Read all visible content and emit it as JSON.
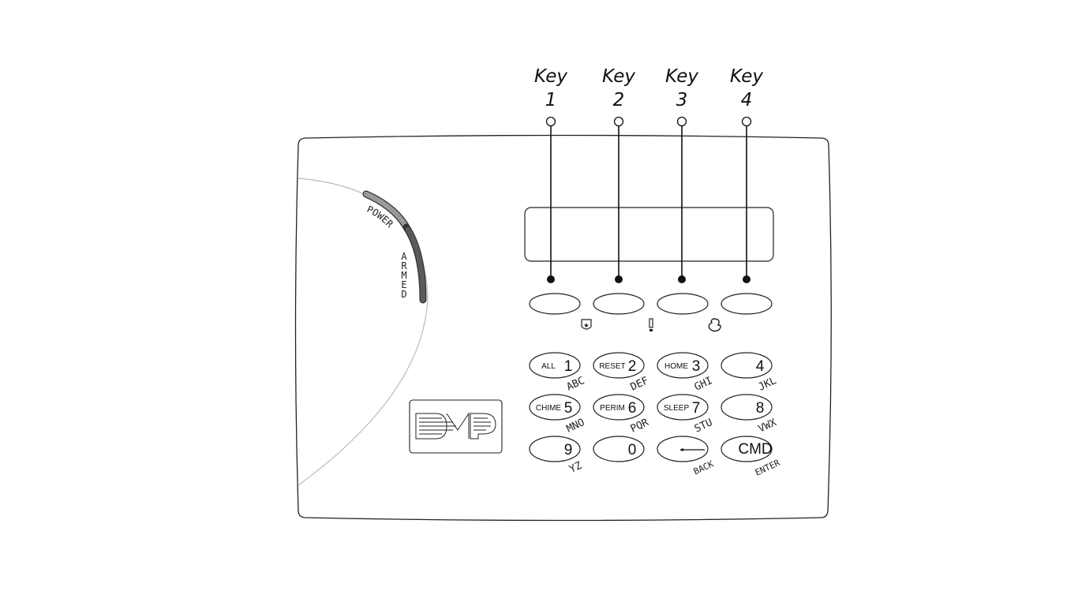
{
  "callouts": [
    {
      "word": "Key",
      "number": "1"
    },
    {
      "word": "Key",
      "number": "2"
    },
    {
      "word": "Key",
      "number": "3"
    },
    {
      "word": "Key",
      "number": "4"
    }
  ],
  "leds": {
    "power": "POWER",
    "armed": "ARMED",
    "power_color": "#9a9a9a",
    "armed_color": "#5a5a5a"
  },
  "logo": "DMP",
  "emergency_icons": [
    "police-shield-icon",
    "emergency-exclamation-icon",
    "fire-icon"
  ],
  "keypad": [
    {
      "func": "ALL",
      "digit": "1",
      "letters": "ABC"
    },
    {
      "func": "RESET",
      "digit": "2",
      "letters": "DEF"
    },
    {
      "func": "HOME",
      "digit": "3",
      "letters": "GHI"
    },
    {
      "func": "",
      "digit": "4",
      "letters": "JKL"
    },
    {
      "func": "CHIME",
      "digit": "5",
      "letters": "MNO"
    },
    {
      "func": "PERIM",
      "digit": "6",
      "letters": "PQR"
    },
    {
      "func": "SLEEP",
      "digit": "7",
      "letters": "STU"
    },
    {
      "func": "",
      "digit": "8",
      "letters": "VWX"
    },
    {
      "func": "",
      "digit": "9",
      "letters": "YZ"
    },
    {
      "func": "",
      "digit": "0",
      "letters": ""
    },
    {
      "func": "",
      "digit": "←",
      "letters": "BACK"
    },
    {
      "func": "CMD",
      "digit": "",
      "letters": "ENTER"
    }
  ]
}
